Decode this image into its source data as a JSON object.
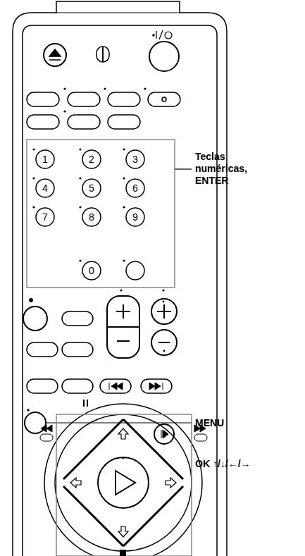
{
  "diagram": {
    "labels": [
      "1",
      "2",
      "3",
      "4",
      "5",
      "6",
      "7",
      "8",
      "9",
      "0",
      "Teclas numéricas, ENTER",
      "MENU",
      "OK ↑/↓/←/→"
    ]
  }
}
